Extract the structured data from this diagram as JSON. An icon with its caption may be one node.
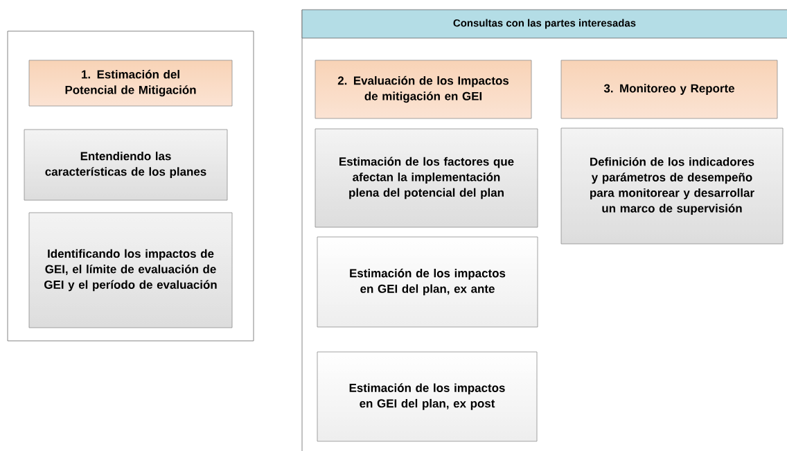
{
  "diagram": {
    "nodes": [
      {
        "text": [],
        "shape": "box"
      },
      {
        "text": [
          "1. Estimación del Potencial de Mitigación"
        ],
        "in": 0
      },
      {
        "text": [
          "Entendiendo las características de los planes"
        ],
        "in": 0
      },
      {
        "text": [
          "Identificando los impactos de GEI, el límite de evaluación de GEI y el período de evaluación"
        ],
        "in": 0
      },
      {
        "text": [
          "Consultas con las partes interesadas"
        ]
      },
      {
        "text": [
          "2. Evaluación de los Impactos de mitigación en GEI"
        ],
        "in": 4
      },
      {
        "text": [
          "3. Monitoreo y Reporte"
        ],
        "in": 4
      },
      {
        "text": [
          "Estimación de los factores que afectan la implementación plena del potencial del plan"
        ],
        "in": 4
      },
      {
        "text": [
          "Definición de los indicadores y parámetros de desempeño para monitorear y desarrollar un marco de supervisión"
        ],
        "in": 4
      },
      {
        "text": [
          "Estimación de los impactos en GEI del plan, ex ante"
        ],
        "in": 4
      },
      {
        "text": [
          "Estimación de los impactos en GEI del plan, ex post"
        ],
        "in": 4
      }
    ]
  }
}
